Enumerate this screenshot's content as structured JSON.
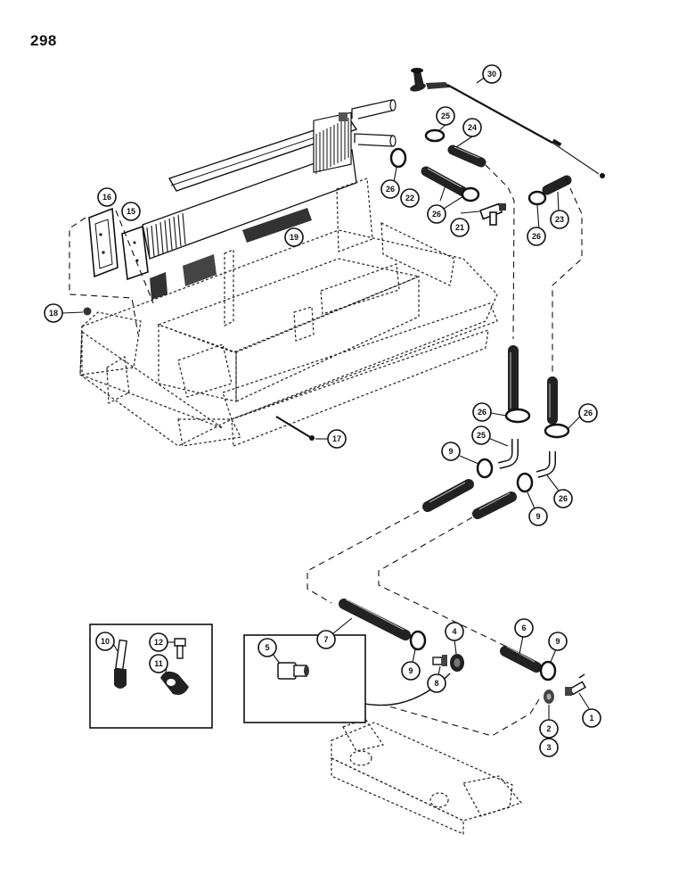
{
  "page": {
    "number": "298"
  },
  "callouts": [
    {
      "id": "c1",
      "label": "1"
    },
    {
      "id": "c2",
      "label": "2"
    },
    {
      "id": "c3",
      "label": "3"
    },
    {
      "id": "c4",
      "label": "4"
    },
    {
      "id": "c5",
      "label": "5"
    },
    {
      "id": "c6",
      "label": "6"
    },
    {
      "id": "c7",
      "label": "7"
    },
    {
      "id": "c8",
      "label": "8"
    },
    {
      "id": "c9a",
      "label": "9"
    },
    {
      "id": "c9b",
      "label": "9"
    },
    {
      "id": "c9c",
      "label": "9"
    },
    {
      "id": "c9d",
      "label": "9"
    },
    {
      "id": "c10",
      "label": "10"
    },
    {
      "id": "c11",
      "label": "11"
    },
    {
      "id": "c12",
      "label": "12"
    },
    {
      "id": "c15",
      "label": "15"
    },
    {
      "id": "c16",
      "label": "16"
    },
    {
      "id": "c17",
      "label": "17"
    },
    {
      "id": "c18",
      "label": "18"
    },
    {
      "id": "c19",
      "label": "19"
    },
    {
      "id": "c21",
      "label": "21"
    },
    {
      "id": "c22",
      "label": "22"
    },
    {
      "id": "c23",
      "label": "23"
    },
    {
      "id": "c24",
      "label": "24"
    },
    {
      "id": "c25a",
      "label": "25"
    },
    {
      "id": "c25b",
      "label": "25"
    },
    {
      "id": "c26a",
      "label": "26"
    },
    {
      "id": "c26b",
      "label": "26"
    },
    {
      "id": "c26c",
      "label": "26"
    },
    {
      "id": "c26d",
      "label": "26"
    },
    {
      "id": "c26e",
      "label": "26"
    },
    {
      "id": "c26f",
      "label": "26"
    },
    {
      "id": "c30",
      "label": "30"
    }
  ]
}
